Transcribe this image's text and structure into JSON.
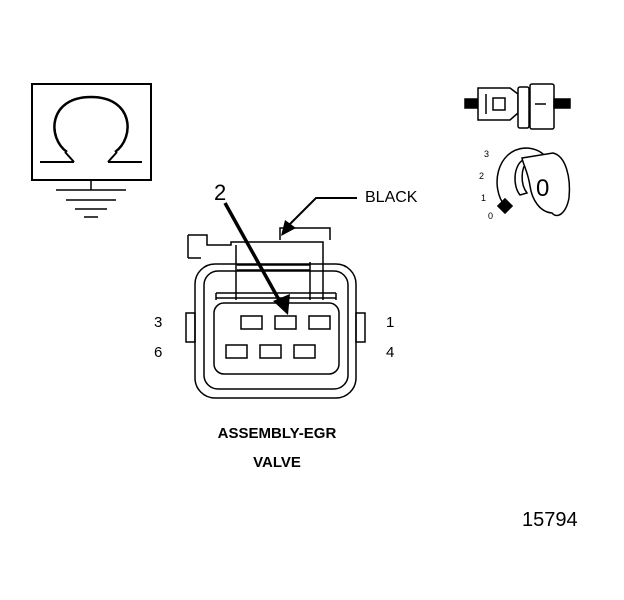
{
  "connector": {
    "callout_number": "2",
    "wire_color": "BLACK",
    "pin_labels": {
      "p3": "3",
      "p6": "6",
      "p1": "1",
      "p4": "4"
    }
  },
  "locator": {
    "scale_labels": [
      "3",
      "2",
      "1",
      "0"
    ],
    "knob_label": "0"
  },
  "caption": {
    "line1": "ASSEMBLY-EGR",
    "line2": "VALVE"
  },
  "figure_number": "15794",
  "icons": {
    "meter": "ohmmeter-symbol-icon",
    "ground": "ground-symbol-icon",
    "pigtail": "connector-pigtail-icon",
    "dial": "rotary-dial-icon"
  }
}
